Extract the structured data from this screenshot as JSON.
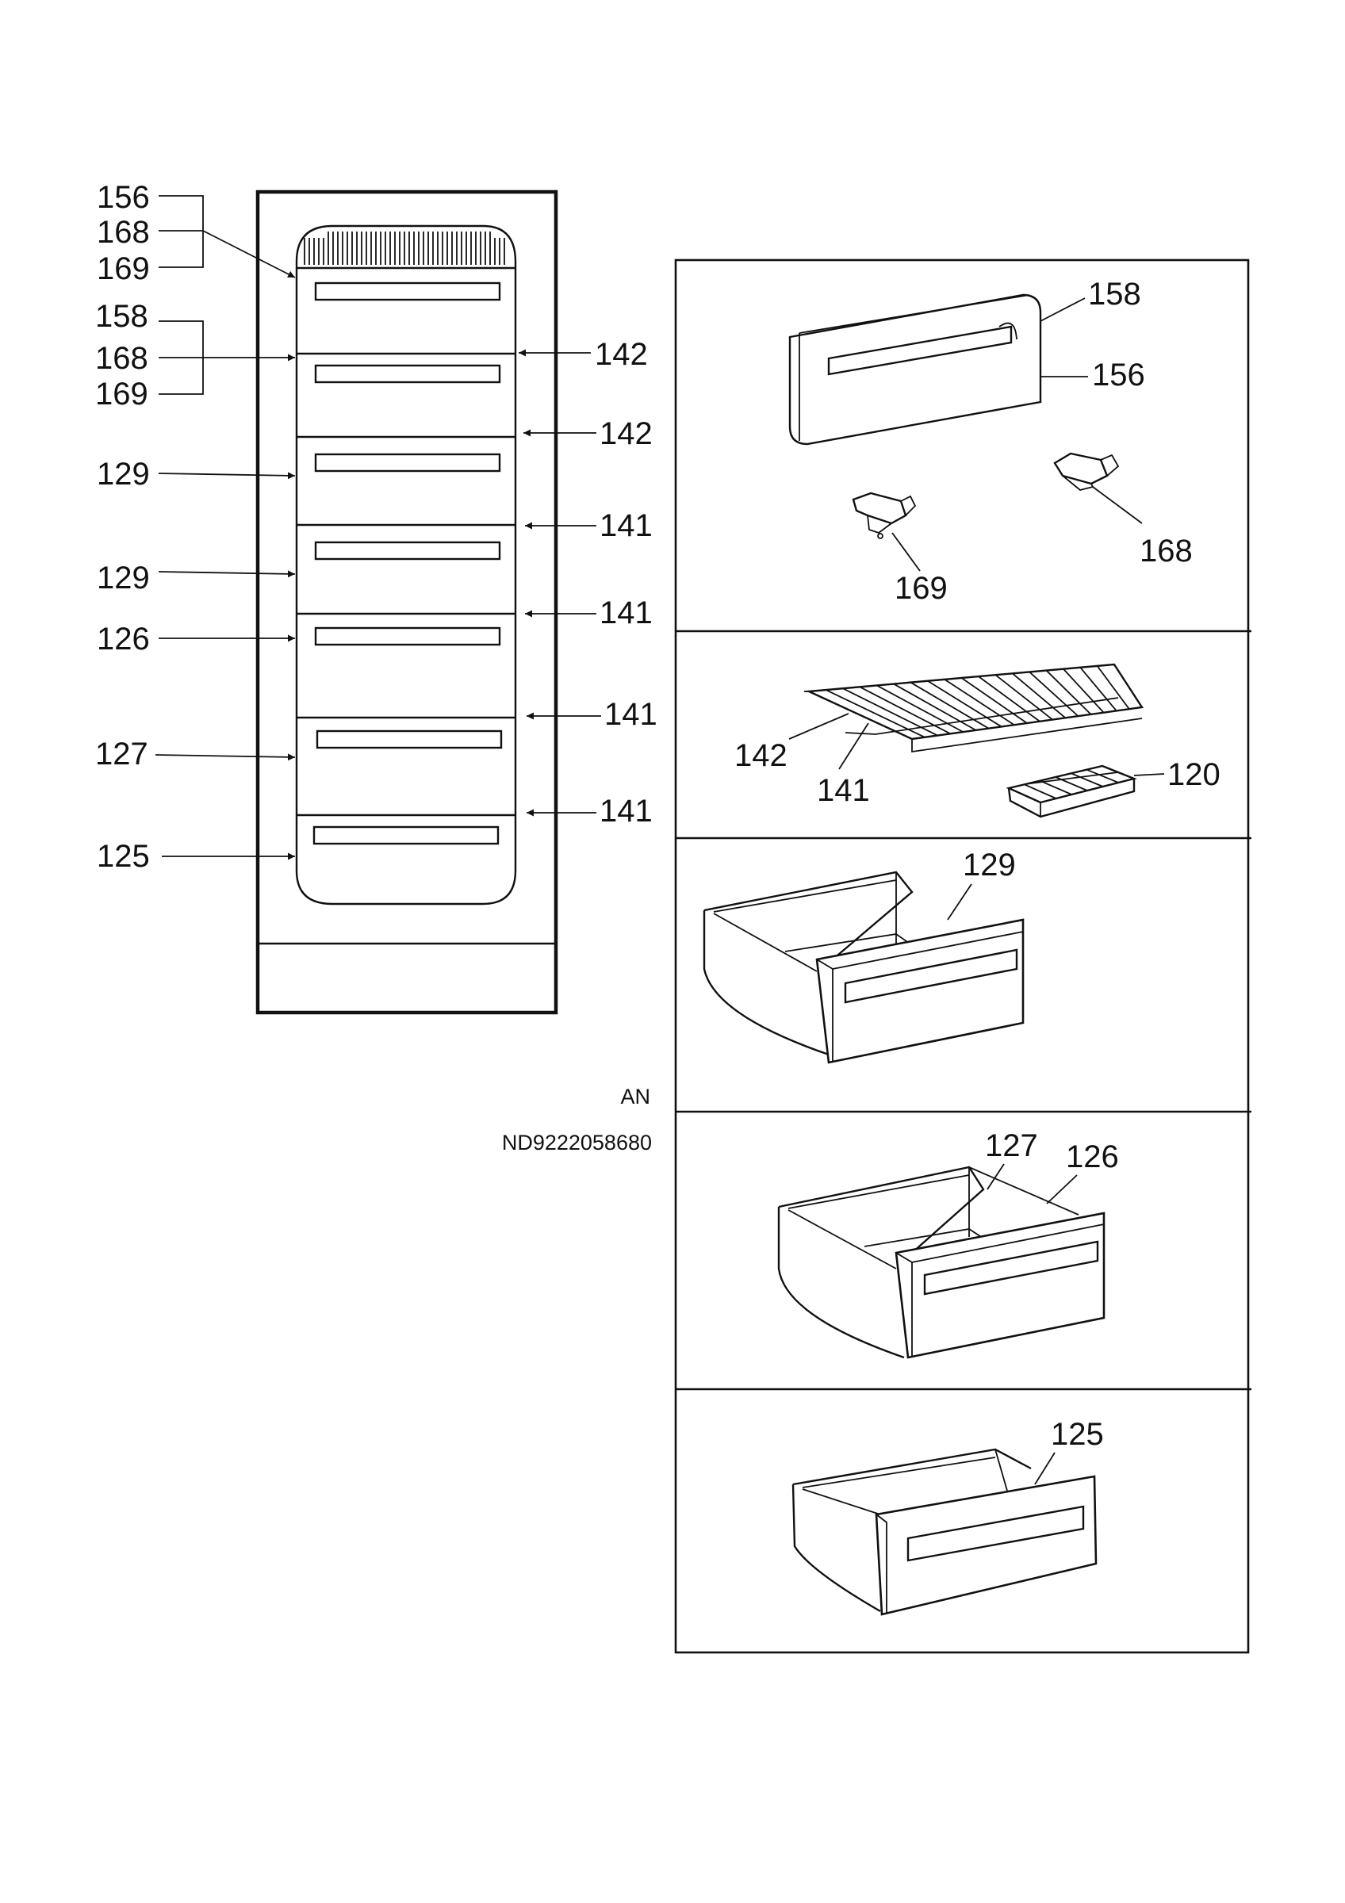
{
  "left_labels": {
    "door_group_1": [
      "156",
      "168",
      "169"
    ],
    "door_group_2": [
      "158",
      "168",
      "169"
    ],
    "drawer_1": "129",
    "drawer_2": "129",
    "drawer_3": "126",
    "drawer_4": "127",
    "drawer_5": "125"
  },
  "right_labels": [
    "142",
    "142",
    "141",
    "141",
    "141",
    "141"
  ],
  "panel_door": {
    "handle_label": "158",
    "front_label": "156",
    "hinge_left": "169",
    "hinge_right": "168"
  },
  "panel_shelf": {
    "shelf_label": "142",
    "rail_label": "141",
    "tray_label": "120"
  },
  "panel_drawer_a": {
    "label": "129"
  },
  "panel_drawer_b": {
    "label_a": "127",
    "label_b": "126"
  },
  "panel_drawer_c": {
    "label": "125"
  },
  "footer": {
    "code": "AN",
    "doc_number": "ND9222058680"
  }
}
